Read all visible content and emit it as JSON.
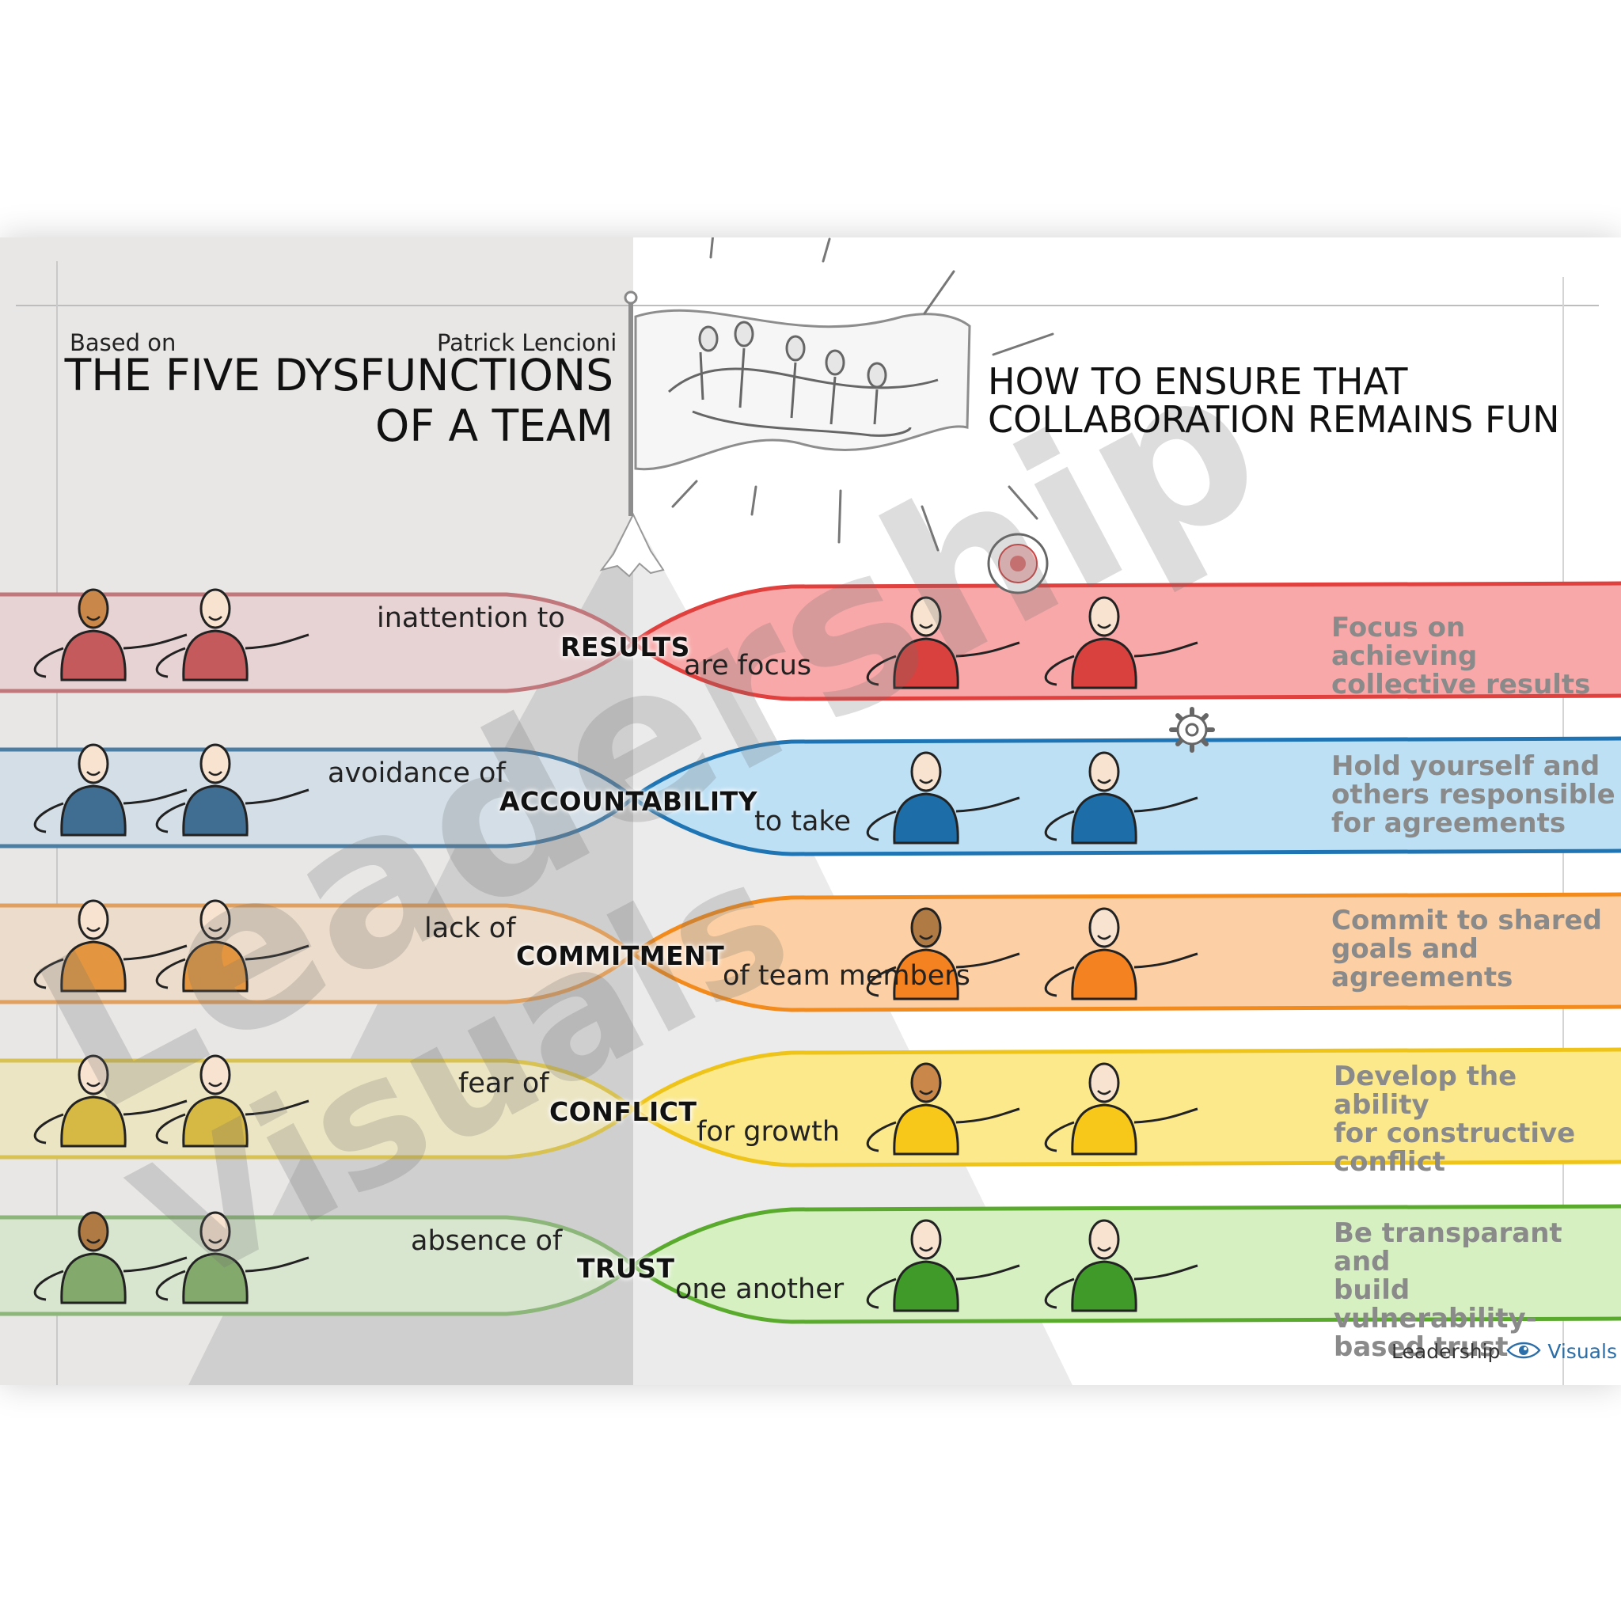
{
  "header": {
    "based_on": "Based on",
    "author": "Patrick Lencioni",
    "title_line1": "THE FIVE DYSFUNCTIONS",
    "title_line2": "OF A TEAM",
    "right_title_line1": "HOW TO ENSURE THAT",
    "right_title_line2": "COLLABORATION REMAINS FUN"
  },
  "watermark": "Leadership Visuals",
  "logo": {
    "part1": "Leadership",
    "part2": "Visuals"
  },
  "rows": [
    {
      "id": "results",
      "phrase": "inattention to",
      "keyword": "RESULTS",
      "right_phrase": "are focus",
      "action": [
        "Focus on achieving",
        "collective results"
      ],
      "light": "#e8d3d4",
      "stroke": "#c0787c",
      "bright": "#f8a8a8",
      "bright_stroke": "#e0403e",
      "figure": "#c45a5c",
      "figure_right": "#d9413f"
    },
    {
      "id": "accountability",
      "phrase": "avoidance of",
      "keyword": "ACCOUNTABILITY",
      "right_phrase": "to take",
      "action": [
        "Hold yourself and",
        "others responsible",
        "for agreements"
      ],
      "light": "#d3dee6",
      "stroke": "#4c7da3",
      "bright": "#bde0f5",
      "bright_stroke": "#1f75b3",
      "figure": "#3f6e92",
      "figure_right": "#1d6ea8"
    },
    {
      "id": "commitment",
      "phrase": "lack of",
      "keyword": "COMMITMENT",
      "right_phrase": "of team members",
      "action": [
        "Commit to shared",
        "goals and",
        "agreements"
      ],
      "light": "#ecdccb",
      "stroke": "#e0a060",
      "bright": "#fcd0a4",
      "bright_stroke": "#f28a1c",
      "figure": "#e3963f",
      "figure_right": "#f58220"
    },
    {
      "id": "conflict",
      "phrase": "fear of",
      "keyword": "CONFLICT",
      "right_phrase": "for growth",
      "action": [
        "Develop the ability",
        "for constructive",
        "conflict"
      ],
      "light": "#ebe5c3",
      "stroke": "#d8c254",
      "bright": "#fbe98c",
      "bright_stroke": "#efc41a",
      "figure": "#d6b944",
      "figure_right": "#f7c81a"
    },
    {
      "id": "trust",
      "phrase": "absence of",
      "keyword": "TRUST",
      "right_phrase": "one another",
      "action": [
        "Be transparant and",
        "build vulnerability-",
        "based trust"
      ],
      "light": "#d9e6cf",
      "stroke": "#8cb67a",
      "bright": "#d6f0c2",
      "bright_stroke": "#5aaa2e",
      "figure": "#84a96d",
      "figure_right": "#3f9a2a"
    }
  ]
}
